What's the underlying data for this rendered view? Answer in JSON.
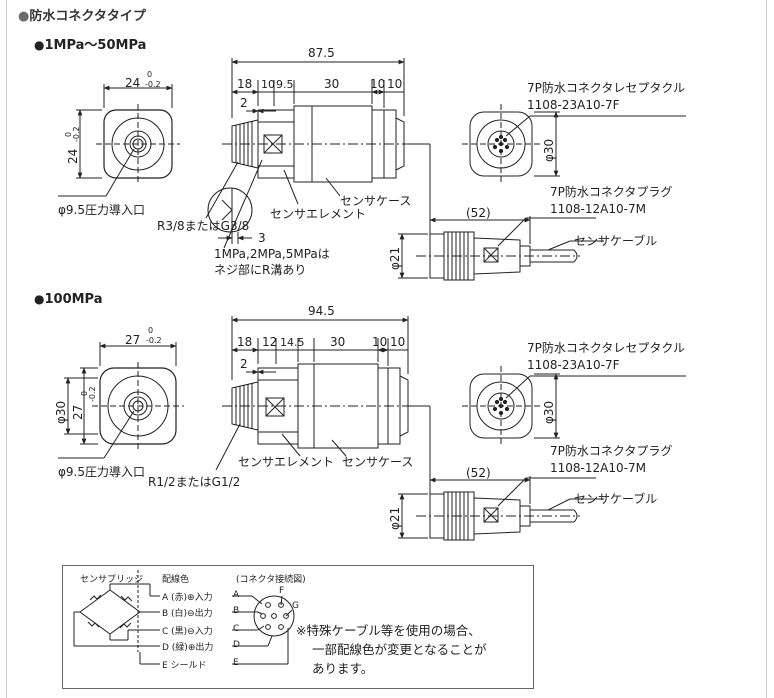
{
  "section_title": "防水コネクタタイプ",
  "variants": [
    {
      "heading": "1MPa〜50MPa",
      "total_length": "87.5",
      "segments": [
        "18",
        "10",
        "9.5",
        "30",
        "10",
        "10"
      ],
      "face_width": "24",
      "tol_top": "0",
      "tol_bottom": "-0.2",
      "face_height": "24",
      "dim_2": "2",
      "dim_3": "3",
      "inlet": "φ9.5圧力導入口",
      "thread": "R3/8またはG3/8",
      "thread_note_1": "1MPa,2MPa,5MPaは",
      "thread_note_2": "ネジ部にR溝あり",
      "element": "センサエレメント",
      "case": "センサケース",
      "receptacle_1": "7P防水コネクタレセプタクル",
      "receptacle_2": "1108-23A10-7F",
      "phi_rec": "φ30",
      "plug_1": "7P防水コネクタプラグ",
      "plug_2": "1108-12A10-7M",
      "plug_len": "(52)",
      "phi_plug": "φ21",
      "cable": "センサケーブル"
    },
    {
      "heading": "100MPa",
      "total_length": "94.5",
      "segments": [
        "18",
        "12",
        "14.5",
        "30",
        "10",
        "10"
      ],
      "face_width": "27",
      "tol_top": "0",
      "tol_bottom": "-0.2",
      "face_height": "27",
      "phi_face": "φ30",
      "dim_2": "2",
      "inlet": "φ9.5圧力導入口",
      "thread": "R1/2またはG1/2",
      "element": "センサエレメント",
      "case": "センサケース",
      "receptacle_1": "7P防水コネクタレセプタクル",
      "receptacle_2": "1108-23A10-7F",
      "phi_rec": "φ30",
      "plug_1": "7P防水コネクタプラグ",
      "plug_2": "1108-12A10-7M",
      "plug_len": "(52)",
      "phi_plug": "φ21",
      "cable": "センサケーブル"
    }
  ],
  "wiring": {
    "bridge_label": "センサブリッジ",
    "color_header": "配線色",
    "connector_header": "(コネクタ接続図)",
    "rows": [
      {
        "text": "A (赤)⊕入力",
        "pin": "A"
      },
      {
        "text": "B (白)⊖出力",
        "pin": "B"
      },
      {
        "text": "C (黒)⊖入力",
        "pin": "C"
      },
      {
        "text": "D (緑)⊕出力",
        "pin": "D"
      },
      {
        "text": "E シールド",
        "pin": "E"
      }
    ],
    "pin_f": "F",
    "pin_g": "G",
    "note_1": "※特殊ケーブル等を使用の場合、",
    "note_2": "一部配線色が変更となることが",
    "note_3": "あります。"
  }
}
